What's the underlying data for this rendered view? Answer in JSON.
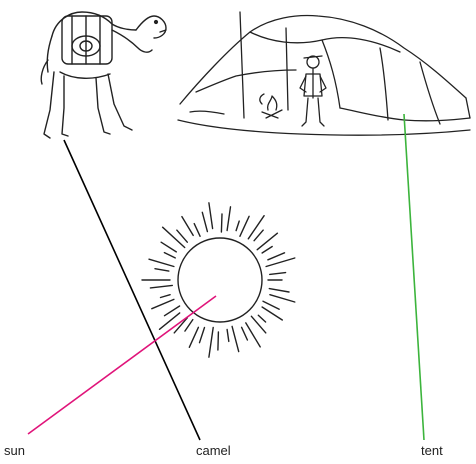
{
  "words": {
    "sun": "sun",
    "camel": "camel",
    "tent": "tent"
  },
  "pictures": [
    {
      "name": "camel-picture",
      "icon": "camel-drawing"
    },
    {
      "name": "tent-picture",
      "icon": "tent-with-person-drawing"
    },
    {
      "name": "sun-picture",
      "icon": "sun-drawing"
    }
  ],
  "connections": [
    {
      "from": "camel",
      "to": "camel-picture",
      "color": "#000000"
    },
    {
      "from": "sun",
      "to": "sun-picture",
      "color": "#e0147a"
    },
    {
      "from": "tent",
      "to": "tent-picture",
      "color": "#3cb43c"
    }
  ],
  "colors": {
    "ink": "#222222",
    "camel_line": "#000000",
    "sun_line": "#e0147a",
    "tent_line": "#3cb43c"
  }
}
